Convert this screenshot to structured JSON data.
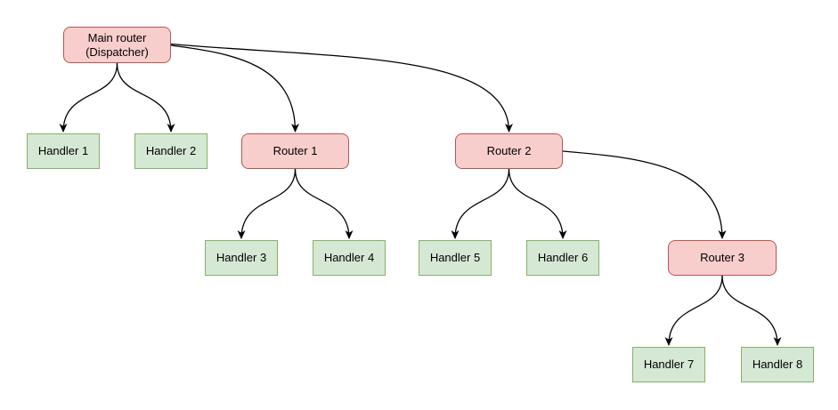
{
  "diagram": {
    "type": "tree-routing-diagram",
    "colors": {
      "background": "#ffffff",
      "router_fill": "#f8cecc",
      "router_stroke": "#b85450",
      "handler_fill": "#d5e8d4",
      "handler_stroke": "#82b366",
      "edge": "#000000",
      "text": "#000000"
    },
    "nodes": {
      "main": {
        "label": "Main router\n(Dispatcher)",
        "type": "router"
      },
      "h1": {
        "label": "Handler 1",
        "type": "handler"
      },
      "h2": {
        "label": "Handler 2",
        "type": "handler"
      },
      "r1": {
        "label": "Router 1",
        "type": "router"
      },
      "r2": {
        "label": "Router 2",
        "type": "router"
      },
      "h3": {
        "label": "Handler 3",
        "type": "handler"
      },
      "h4": {
        "label": "Handler 4",
        "type": "handler"
      },
      "h5": {
        "label": "Handler 5",
        "type": "handler"
      },
      "h6": {
        "label": "Handler 6",
        "type": "handler"
      },
      "r3": {
        "label": "Router 3",
        "type": "router"
      },
      "h7": {
        "label": "Handler 7",
        "type": "handler"
      },
      "h8": {
        "label": "Handler 8",
        "type": "handler"
      }
    },
    "edges": [
      {
        "from": "Main router (Dispatcher)",
        "to": "Handler 1"
      },
      {
        "from": "Main router (Dispatcher)",
        "to": "Handler 2"
      },
      {
        "from": "Main router (Dispatcher)",
        "to": "Router 1"
      },
      {
        "from": "Main router (Dispatcher)",
        "to": "Router 2"
      },
      {
        "from": "Router 1",
        "to": "Handler 3"
      },
      {
        "from": "Router 1",
        "to": "Handler 4"
      },
      {
        "from": "Router 2",
        "to": "Handler 5"
      },
      {
        "from": "Router 2",
        "to": "Handler 6"
      },
      {
        "from": "Router 2",
        "to": "Router 3"
      },
      {
        "from": "Router 3",
        "to": "Handler 7"
      },
      {
        "from": "Router 3",
        "to": "Handler 8"
      }
    ]
  }
}
